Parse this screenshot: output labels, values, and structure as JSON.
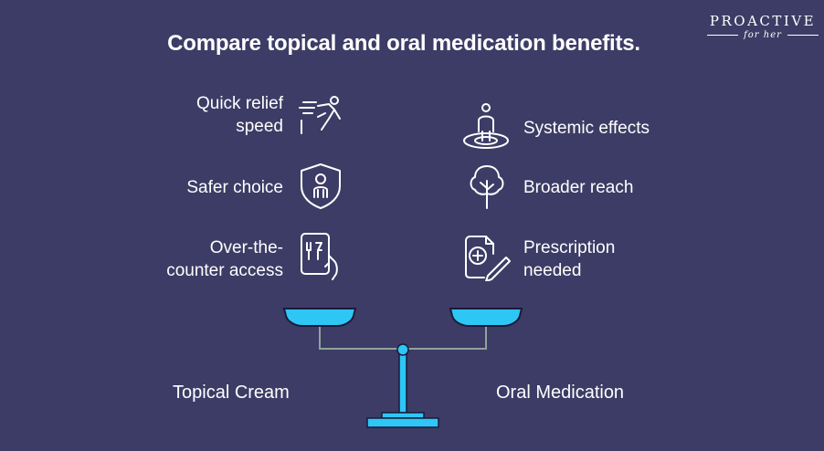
{
  "title": "Compare topical and oral medication benefits.",
  "brand": {
    "name": "PROACTIVE",
    "tagline": "for her"
  },
  "left_side": {
    "label": "Topical Cream",
    "benefits": [
      {
        "lines": [
          "Quick relief",
          "speed"
        ],
        "icon": "running-person-icon"
      },
      {
        "lines": [
          "Safer choice"
        ],
        "icon": "shield-person-icon"
      },
      {
        "lines": [
          "Over-the-",
          "counter access"
        ],
        "icon": "hand-phone-pharmacy-icon"
      }
    ]
  },
  "right_side": {
    "label": "Oral Medication",
    "benefits": [
      {
        "lines": [
          "Systemic effects"
        ],
        "icon": "person-ripple-icon"
      },
      {
        "lines": [
          "Broader reach"
        ],
        "icon": "tree-icon"
      },
      {
        "lines": [
          "Prescription",
          "needed"
        ],
        "icon": "prescription-pen-icon"
      }
    ]
  },
  "colors": {
    "background": "#3d3c66",
    "accent": "#2ec6f5",
    "beam": "#8fa39a",
    "text": "#ffffff"
  }
}
